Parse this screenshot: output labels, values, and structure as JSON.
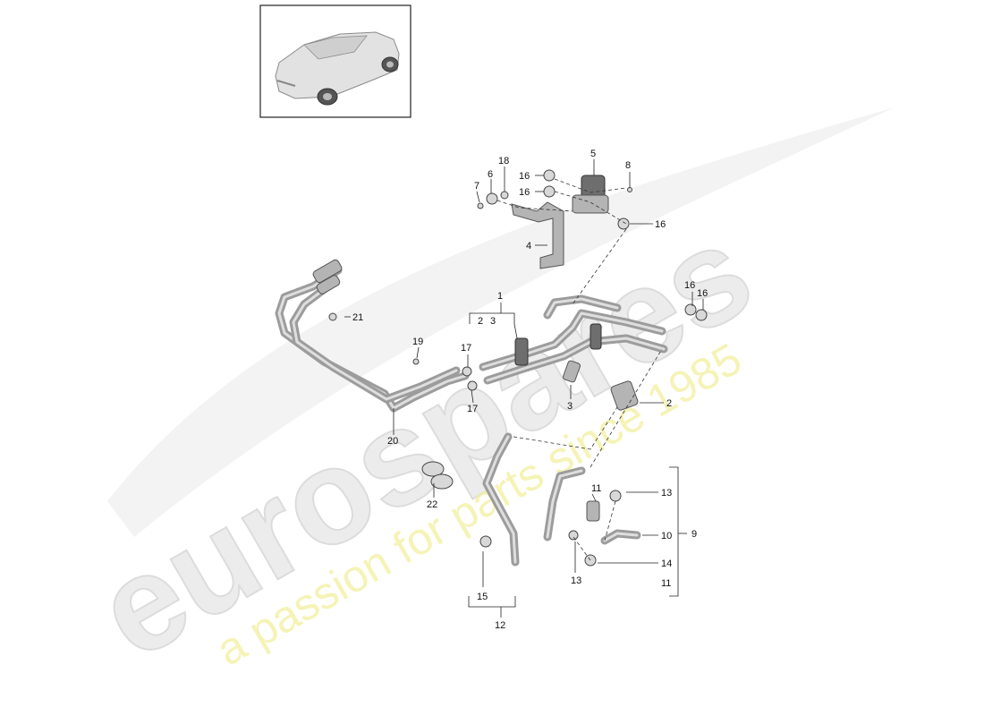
{
  "watermark": {
    "brand": "eurospares",
    "slogan": "a passion for parts since 1985",
    "brand_color": "#e6e6e6",
    "slogan_color": "#efe98a"
  },
  "thumbnail": {
    "icon": "car-suv-icon"
  },
  "callouts": [
    {
      "id": "c1",
      "text": "1"
    },
    {
      "id": "c2",
      "text": "2"
    },
    {
      "id": "c3",
      "text": "3"
    },
    {
      "id": "c2b",
      "text": "2"
    },
    {
      "id": "c3b",
      "text": "3"
    },
    {
      "id": "c4",
      "text": "4"
    },
    {
      "id": "c5",
      "text": "5"
    },
    {
      "id": "c6",
      "text": "6"
    },
    {
      "id": "c7",
      "text": "7"
    },
    {
      "id": "c8",
      "text": "8"
    },
    {
      "id": "c9",
      "text": "9"
    },
    {
      "id": "c10",
      "text": "10"
    },
    {
      "id": "c11a",
      "text": "11"
    },
    {
      "id": "c11b",
      "text": "11"
    },
    {
      "id": "c12",
      "text": "12"
    },
    {
      "id": "c13a",
      "text": "13"
    },
    {
      "id": "c13b",
      "text": "13"
    },
    {
      "id": "c14",
      "text": "14"
    },
    {
      "id": "c15",
      "text": "15"
    },
    {
      "id": "c16a",
      "text": "16"
    },
    {
      "id": "c16b",
      "text": "16"
    },
    {
      "id": "c16c",
      "text": "16"
    },
    {
      "id": "c16d",
      "text": "16"
    },
    {
      "id": "c16e",
      "text": "16"
    },
    {
      "id": "c17a",
      "text": "17"
    },
    {
      "id": "c17b",
      "text": "17"
    },
    {
      "id": "c18",
      "text": "18"
    },
    {
      "id": "c19",
      "text": "19"
    },
    {
      "id": "c20",
      "text": "20"
    },
    {
      "id": "c21",
      "text": "21"
    },
    {
      "id": "c22",
      "text": "22"
    }
  ]
}
